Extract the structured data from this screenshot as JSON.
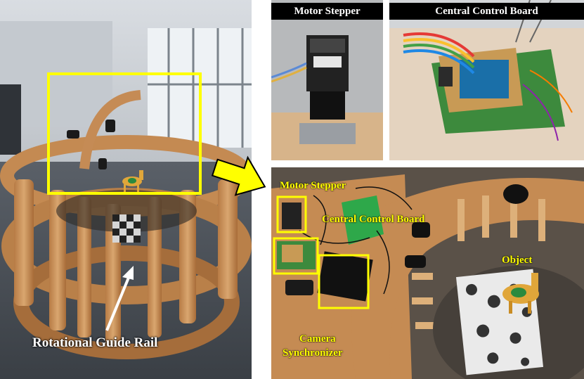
{
  "main_photo": {
    "annotation": "Rotational Guide Rail"
  },
  "motor_panel": {
    "header": "Motor Stepper"
  },
  "board_panel": {
    "header": "Central Control Board"
  },
  "detail_photo": {
    "labels": {
      "motor": "Motor Stepper",
      "board": "Central Control Board",
      "object": "Object",
      "sync_line1": "Camera",
      "sync_line2": "Synchronizer"
    }
  },
  "colors": {
    "highlight": "#ffff00",
    "header_bg": "#000000",
    "wood": "#c8935a"
  }
}
